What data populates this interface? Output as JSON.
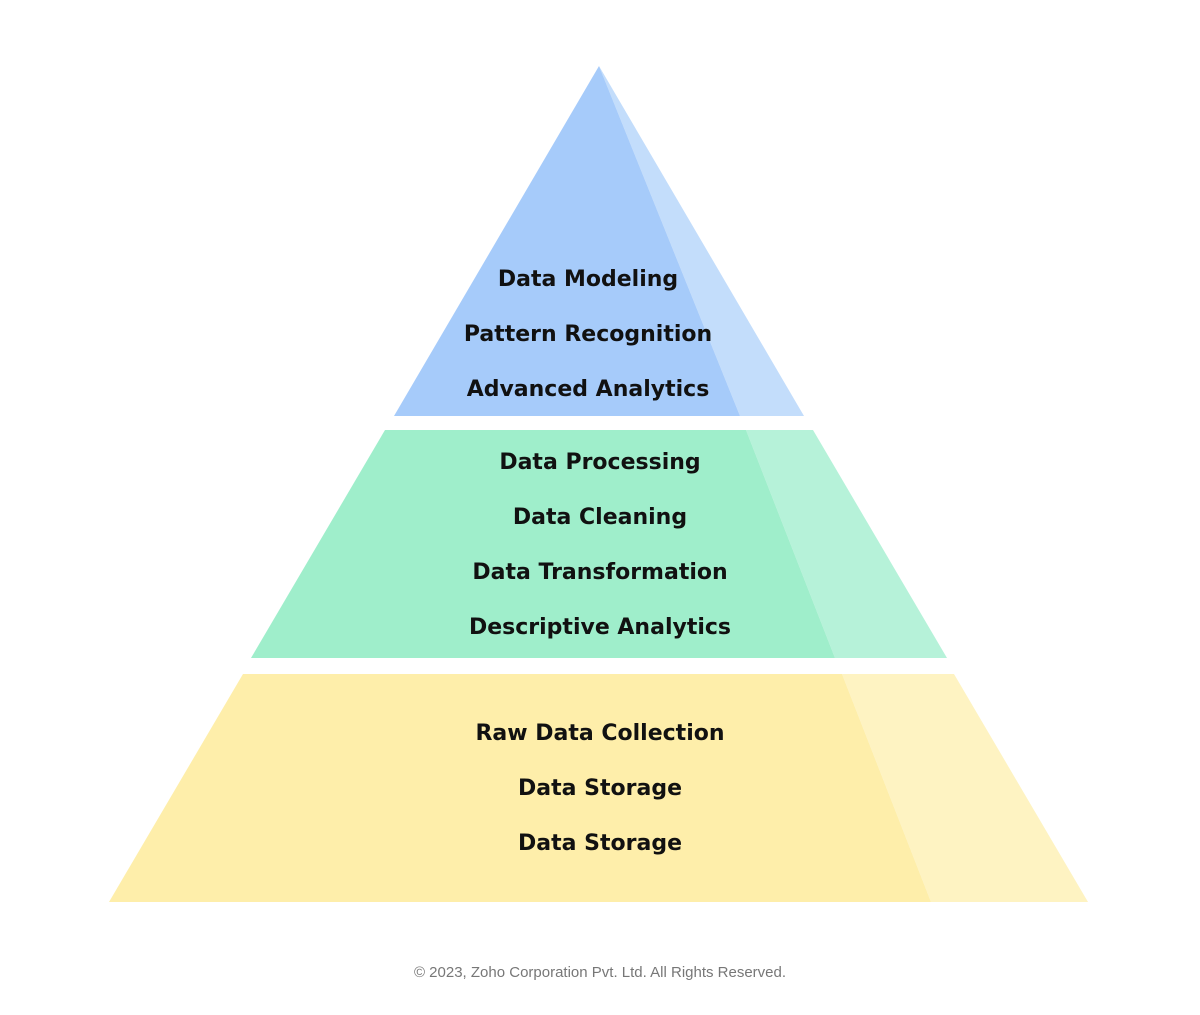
{
  "pyramid": {
    "tiers": [
      {
        "id": "top",
        "color": "#a6cbfa",
        "highlight_color": "#c3ddfb",
        "items": [
          "Data Modeling",
          "Pattern Recognition",
          "Advanced Analytics"
        ]
      },
      {
        "id": "middle",
        "color": "#9feecb",
        "highlight_color": "#b6f2d9",
        "items": [
          "Data Processing",
          "Data Cleaning",
          "Data Transformation",
          "Descriptive Analytics"
        ]
      },
      {
        "id": "bottom",
        "color": "#feeeaa",
        "highlight_color": "#fef3c2",
        "items": [
          "Raw Data Collection",
          "Data Storage",
          "Data Storage"
        ]
      }
    ]
  },
  "footer": {
    "copyright": "© 2023, Zoho Corporation Pvt. Ltd. All Rights Reserved."
  }
}
